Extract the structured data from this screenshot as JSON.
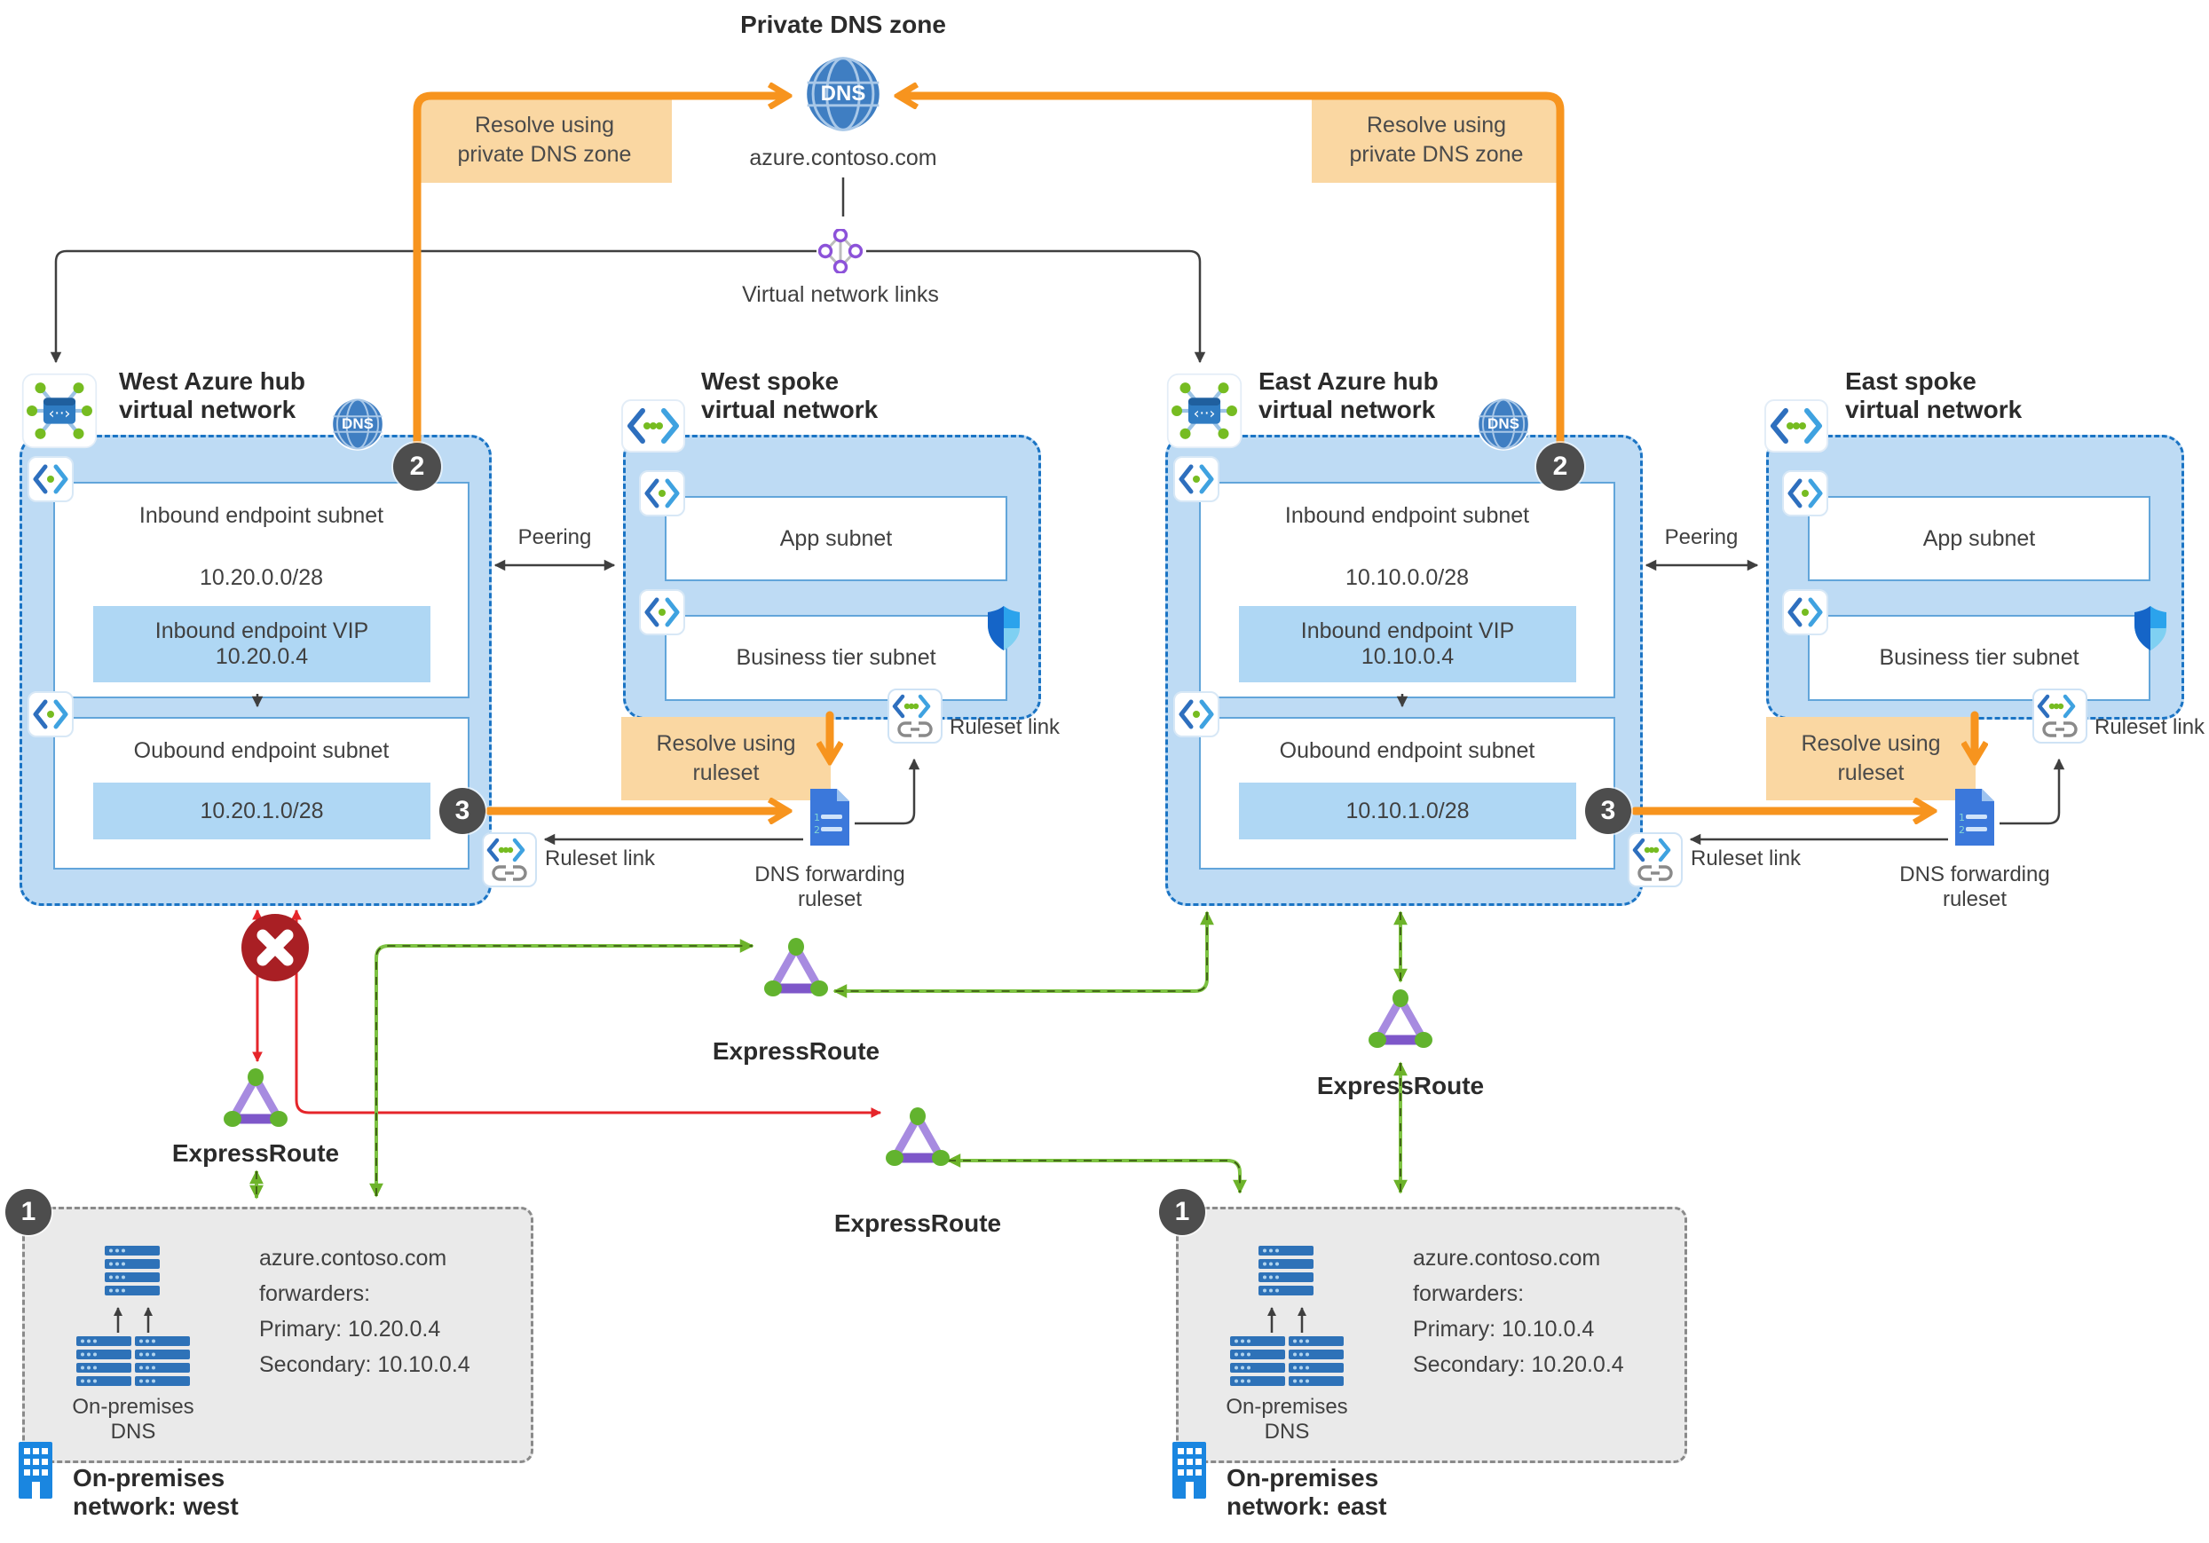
{
  "page": {
    "title_top": "Private DNS zone"
  },
  "dns": {
    "zone": "azure.contoso.com",
    "icon_label": "DNS",
    "links_label": "Virtual network links"
  },
  "shared": {
    "resolve_private_1": "Resolve using",
    "resolve_private_2": "private DNS zone",
    "resolve_ruleset_1": "Resolve using",
    "resolve_ruleset_2": "ruleset",
    "peering": "Peering",
    "ruleset_link": "Ruleset link",
    "dns_fwd_1": "DNS forwarding",
    "dns_fwd_2": "ruleset",
    "expressroute": "ExpressRoute",
    "inbound_subnet": "Inbound endpoint subnet",
    "outbound_subnet": "Oubound endpoint subnet",
    "vip_label": "Inbound endpoint VIP",
    "app_subnet": "App subnet",
    "business_subnet": "Business tier subnet",
    "onprem_dns_1": "On-premises",
    "onprem_dns_2": "DNS"
  },
  "badges": {
    "one": "1",
    "two": "2",
    "three": "3"
  },
  "west_hub": {
    "title_1": "West Azure hub",
    "title_2": "virtual network",
    "inbound_cidr": "10.20.0.0/28",
    "vip": "10.20.0.4",
    "outbound_cidr": "10.20.1.0/28"
  },
  "east_hub": {
    "title_1": "East Azure hub",
    "title_2": "virtual network",
    "inbound_cidr": "10.10.0.0/28",
    "vip": "10.10.0.4",
    "outbound_cidr": "10.10.1.0/28"
  },
  "west_spoke": {
    "title_1": "West spoke",
    "title_2": "virtual network"
  },
  "east_spoke": {
    "title_1": "East spoke",
    "title_2": "virtual network"
  },
  "onprem_west": {
    "lines": [
      "azure.contoso.com",
      "forwarders:",
      "Primary: 10.20.0.4",
      "Secondary: 10.10.0.4"
    ],
    "name_1": "On-premises",
    "name_2": "network: west"
  },
  "onprem_east": {
    "lines": [
      "azure.contoso.com",
      "forwarders:",
      "Primary: 10.10.0.4",
      "Secondary: 10.20.0.4"
    ],
    "name_1": "On-premises",
    "name_2": "network: east"
  },
  "colors": {
    "orange": "#F7941E",
    "orange_bg": "#FAD7A2",
    "hub_fill": "#BEDBF4",
    "hub_border": "#1B74C4",
    "green": "#76B82A",
    "red": "#E5252A",
    "dark": "#3F3F3F"
  }
}
